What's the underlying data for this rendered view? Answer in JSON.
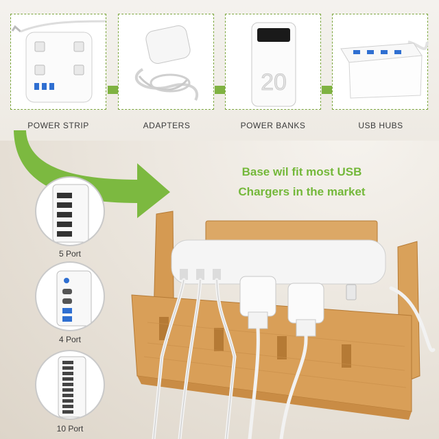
{
  "products": [
    {
      "label": "POWER STRIP",
      "icon": "power-strip-image"
    },
    {
      "label": "ADAPTERS",
      "icon": "adapter-image"
    },
    {
      "label": "POWER BANKS",
      "icon": "power-bank-image"
    },
    {
      "label": "USB HUBS",
      "icon": "usb-hub-image"
    }
  ],
  "headline": {
    "line1": "Base wil fit most USB",
    "line2": "Chargers in the market"
  },
  "chargers": [
    {
      "label": "5 Port"
    },
    {
      "label": "4 Port"
    },
    {
      "label": "10 Port"
    }
  ],
  "power_bank_display": "20",
  "colors": {
    "accent_green": "#74b83a",
    "bamboo": "#d9a25a",
    "bamboo_dark": "#b97c35"
  }
}
